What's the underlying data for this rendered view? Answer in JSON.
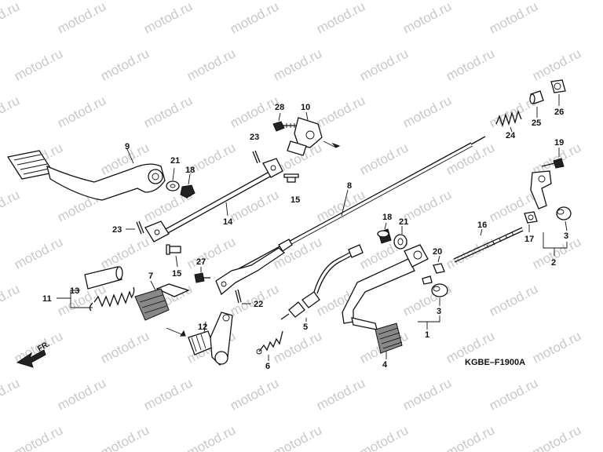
{
  "watermark": {
    "text": "motod.ru",
    "color": "#c8c8c8"
  },
  "diagram_code": "KGBE–F1900A",
  "direction_label": "FR.",
  "callouts": {
    "c1": "1",
    "c2": "2",
    "c3a": "3",
    "c3b": "3",
    "c4": "4",
    "c5": "5",
    "c6": "6",
    "c7": "7",
    "c8": "8",
    "c9": "9",
    "c10": "10",
    "c11": "11",
    "c12": "12",
    "c13": "13",
    "c14": "14",
    "c15a": "15",
    "c15b": "15",
    "c16": "16",
    "c17": "17",
    "c18a": "18",
    "c18b": "18",
    "c19": "19",
    "c20": "20",
    "c21a": "21",
    "c21b": "21",
    "c22": "22",
    "c23a": "23",
    "c23b": "23",
    "c24": "24",
    "c25": "25",
    "c26": "26",
    "c27": "27",
    "c28": "28"
  }
}
